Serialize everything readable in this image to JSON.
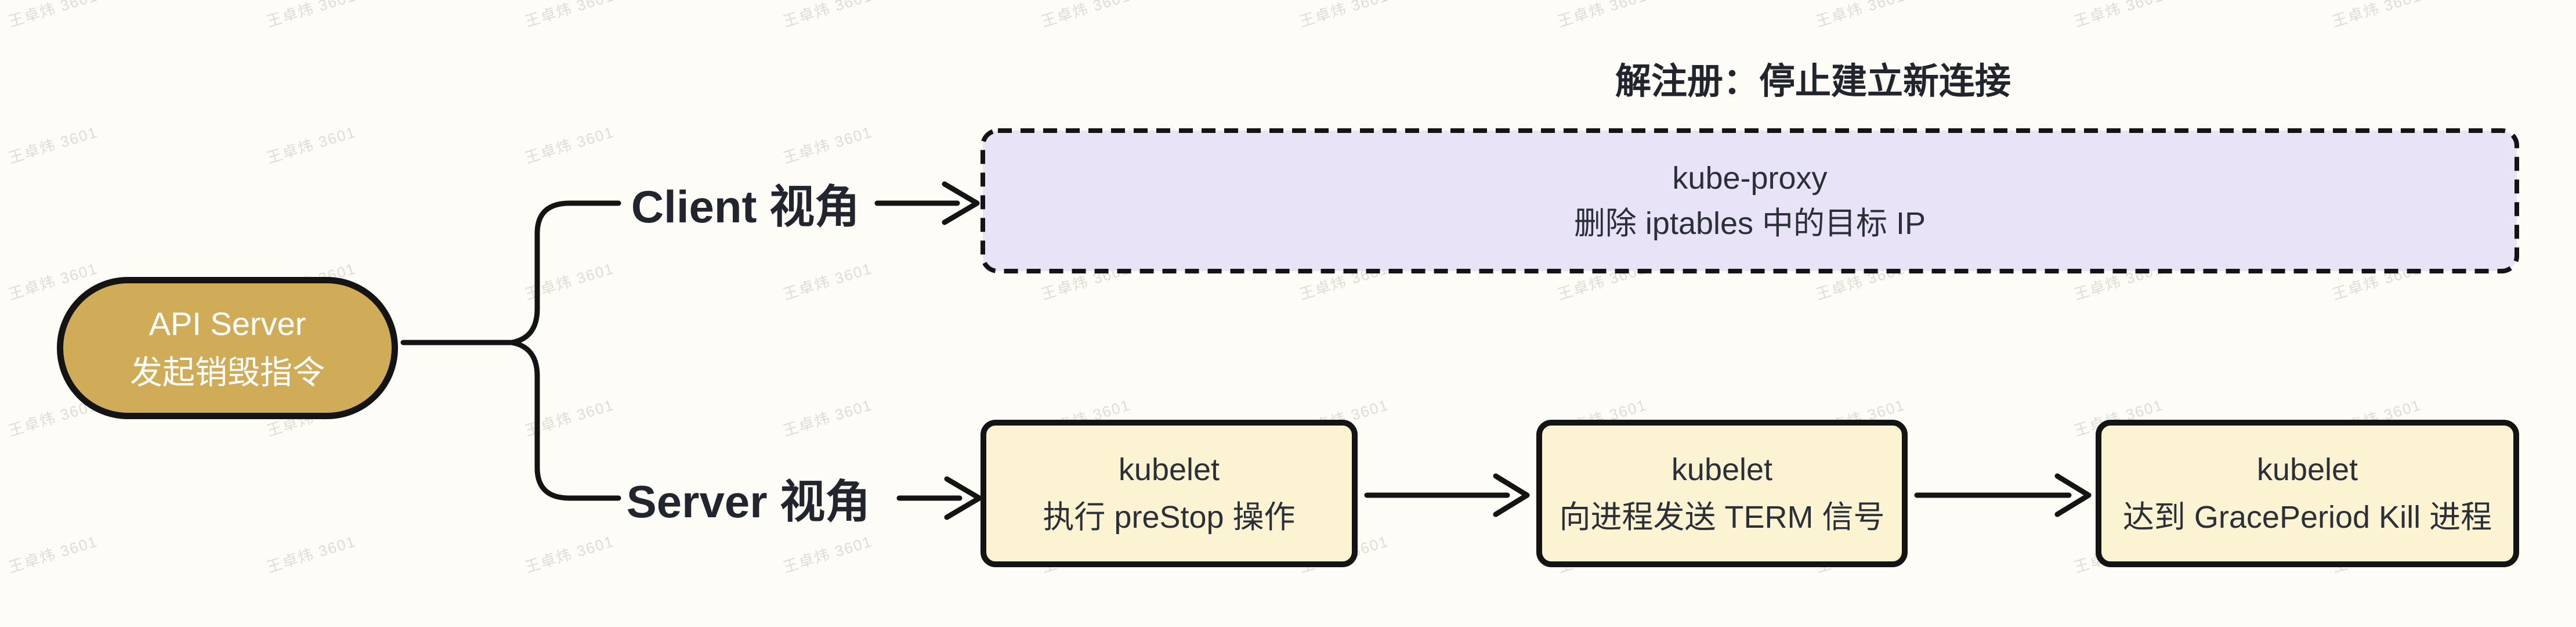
{
  "page": {
    "background_color": "#fdfcf6",
    "watermark": {
      "text": "王卓炜 3601"
    }
  },
  "diagram": {
    "root": {
      "line1": "API Server",
      "line2": "发起销毁指令",
      "fill_color": "#d0ac58",
      "text_color": "#ffffff"
    },
    "client_branch": {
      "label": "Client 视角",
      "annotation": "解注册：停止建立新连接",
      "node": {
        "line1": "kube-proxy",
        "line2": "删除 iptables 中的目标 IP",
        "fill_color": "#e9e3f8",
        "border_style": "dashed"
      }
    },
    "server_branch": {
      "label": "Server 视角",
      "node_fill_color": "#fcf3d2",
      "nodes": [
        {
          "line1": "kubelet",
          "line2": "执行 preStop 操作"
        },
        {
          "line1": "kubelet",
          "line2": "向进程发送 TERM 信号"
        },
        {
          "line1": "kubelet",
          "line2": "达到 GracePeriod Kill 进程"
        }
      ]
    },
    "colors": {
      "line": "#141414",
      "node_text": "#2b2f38",
      "label_text": "#22252d"
    }
  }
}
